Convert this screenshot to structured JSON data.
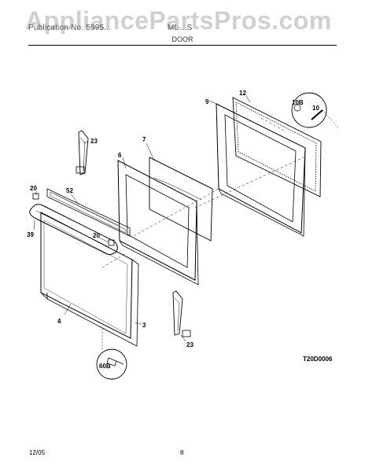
{
  "watermark": "AppliancePartsPros.com",
  "header": {
    "left": "Publication No. 5995...",
    "right": "ML ...S",
    "section": "DOOR"
  },
  "diagram": {
    "code": "T20D0006",
    "callouts": {
      "c9": "9",
      "c12": "12",
      "c10b": "10B",
      "c10": "10",
      "c7": "7",
      "c6": "6",
      "c23a": "23",
      "c20a": "20",
      "c52": "52",
      "c39": "39",
      "c20b": "20",
      "c4": "4",
      "c3": "3",
      "c60b": "60B",
      "c23b": "23"
    }
  },
  "footer": {
    "date": "12/05",
    "page": "8"
  }
}
